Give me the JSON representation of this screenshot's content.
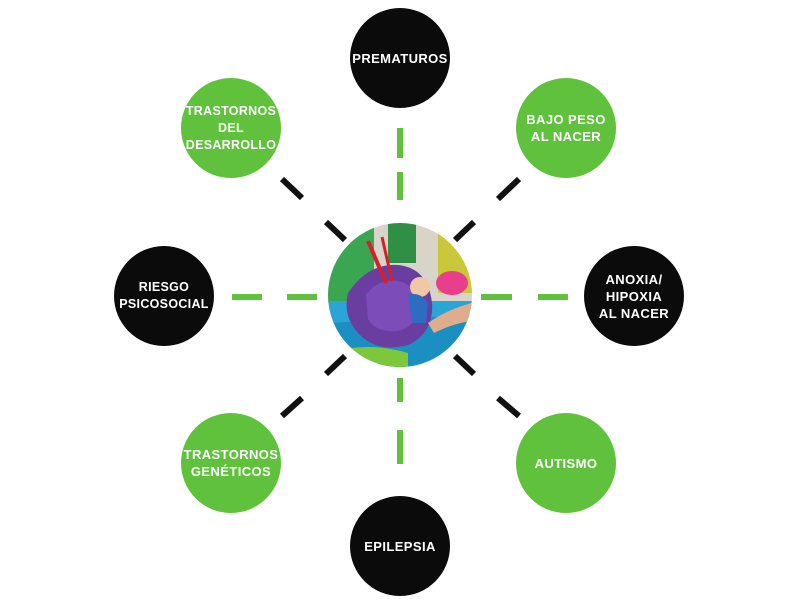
{
  "colors": {
    "green": "#5fc13c",
    "black": "#0b0b0b",
    "dash_green": "#5fc13c",
    "dash_black": "#111111"
  },
  "center": {
    "icon": "therapy-photo"
  },
  "nodes": {
    "prematuros": {
      "label": "PREMATUROS",
      "color": "black"
    },
    "bajo_peso": {
      "label": "BAJO PESO\nAL NACER",
      "color": "green"
    },
    "anoxia": {
      "label": "ANOXIA/\nHIPOXIA\nAL NACER",
      "color": "black"
    },
    "autismo": {
      "label": "AUTISMO",
      "color": "green"
    },
    "epilepsia": {
      "label": "EPILEPSIA",
      "color": "black"
    },
    "geneticos": {
      "label": "TRASTORNOS\nGENÉTICOS",
      "color": "green"
    },
    "riesgo": {
      "label": "RIESGO\nPSICOSOCIAL",
      "color": "black"
    },
    "desarrollo": {
      "label": "TRASTORNOS\nDEL\nDESARROLLO",
      "color": "green"
    }
  }
}
